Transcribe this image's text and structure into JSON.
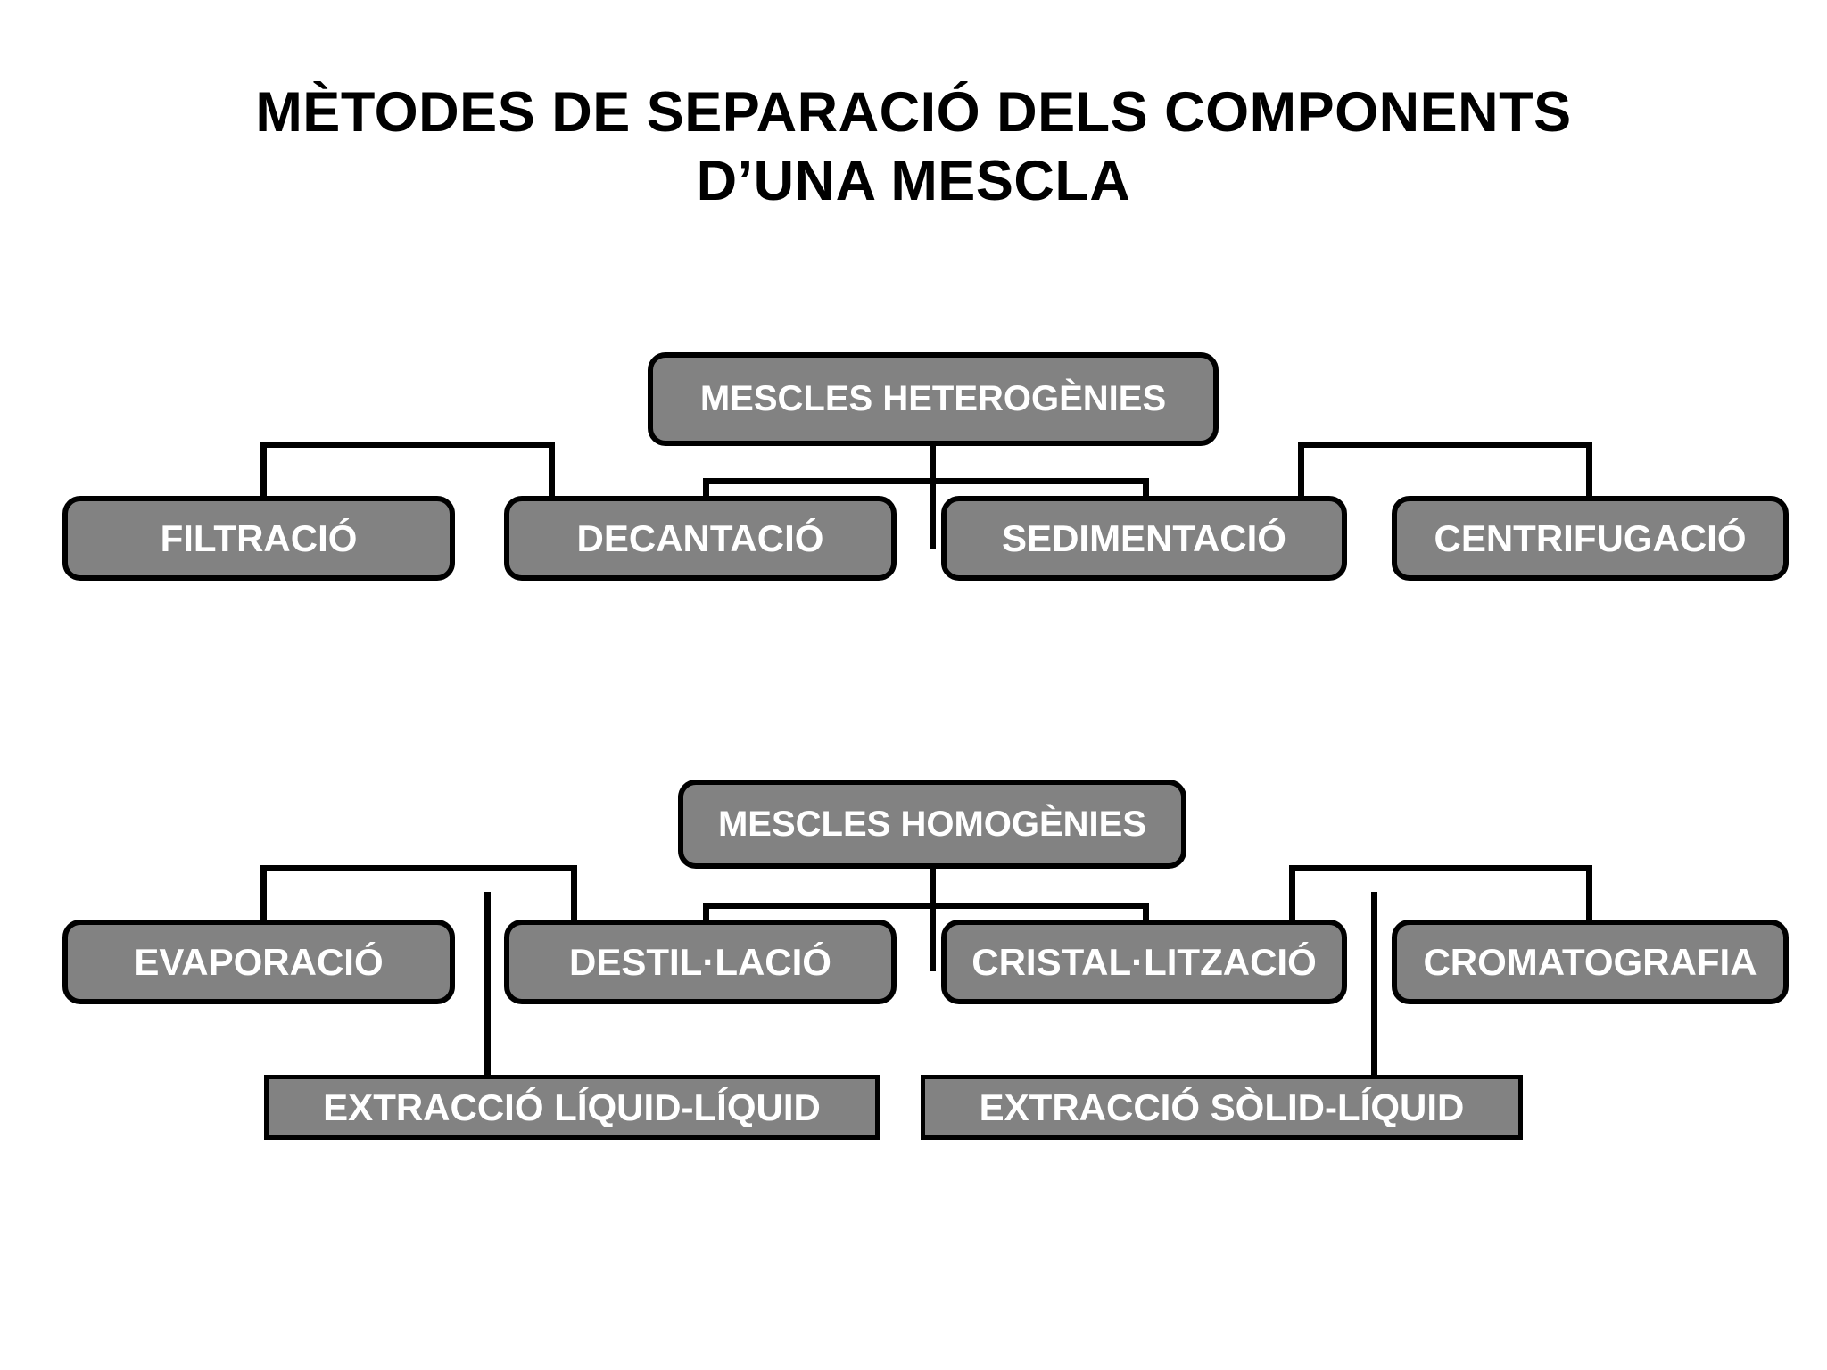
{
  "title": {
    "line1": "MÈTODES DE SEPARACIÓ DELS COMPONENTS",
    "line2": "D’UNA MESCLA"
  },
  "colors": {
    "box_fill": "#828282",
    "box_border": "#000000",
    "box_text": "#ffffff",
    "line": "#000000",
    "background": "#ffffff",
    "title_text": "#000000"
  },
  "diagram": {
    "type": "tree-flowchart",
    "branches": [
      {
        "id": "heterogenies",
        "root_label": "MESCLES HETEROGÈNIES",
        "children": [
          {
            "label": "FILTRACIÓ"
          },
          {
            "label": "DECANTACIÓ"
          },
          {
            "label": "SEDIMENTACIÓ"
          },
          {
            "label": "CENTRIFUGACIÓ"
          }
        ]
      },
      {
        "id": "homogenies",
        "root_label": "MESCLES HOMOGÈNIES",
        "children": [
          {
            "label": "EVAPORACIÓ"
          },
          {
            "label": "DESTIL·LACIÓ"
          },
          {
            "label": "CRISTAL·LITZACIÓ"
          },
          {
            "label": "CROMATOGRAFIA"
          }
        ],
        "extra_children": [
          {
            "label": "EXTRACCIÓ LÍQUID-LÍQUID"
          },
          {
            "label": "EXTRACCIÓ SÒLID-LÍQUID"
          }
        ]
      }
    ]
  }
}
